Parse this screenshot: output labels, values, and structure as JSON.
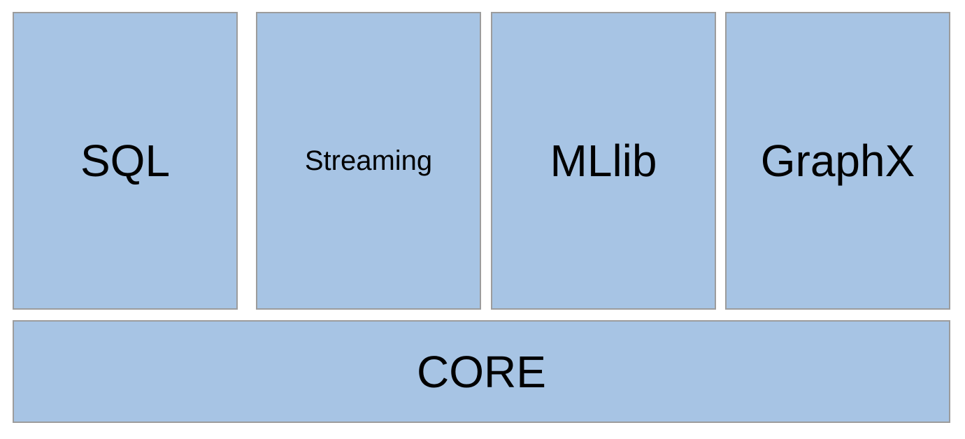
{
  "diagram": {
    "modules": [
      {
        "label": "SQL"
      },
      {
        "label": "Streaming"
      },
      {
        "label": "MLlib"
      },
      {
        "label": "GraphX"
      }
    ],
    "core": {
      "label": "CORE"
    },
    "colors": {
      "box_fill": "#a7c4e4",
      "box_border": "#9c9c9c",
      "text": "#000000",
      "background": "#ffffff"
    }
  }
}
